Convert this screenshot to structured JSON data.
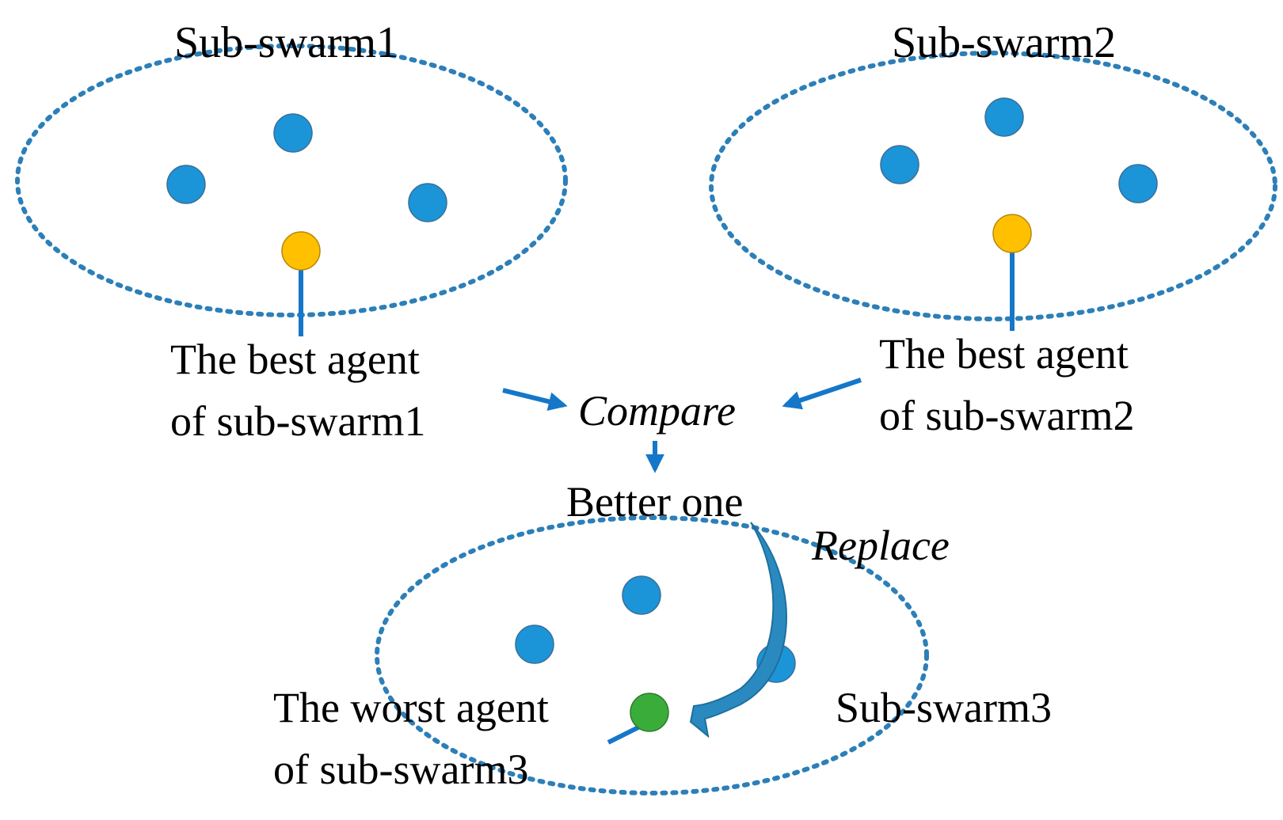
{
  "colors": {
    "swarm_outline": "#2c7fb8",
    "agent": "#1c94d8",
    "agent_stroke": "#3b6f97",
    "best_agent": "#ffc000",
    "best_agent_stroke": "#b8860b",
    "worst_agent": "#3aac3a",
    "worst_agent_stroke": "#2c7a2c",
    "arrow": "#1577c9",
    "curve_arrow": "#2a8ac0"
  },
  "subswarm1": {
    "label": "Sub-swarm1",
    "best_agent_label_line1": "The best agent",
    "best_agent_label_line2": "of sub-swarm1"
  },
  "subswarm2": {
    "label": "Sub-swarm2",
    "best_agent_label_line1": "The best agent",
    "best_agent_label_line2": "of sub-swarm2"
  },
  "subswarm3": {
    "label": "Sub-swarm3",
    "worst_agent_label_line1": "The worst agent",
    "worst_agent_label_line2": "of sub-swarm3"
  },
  "compare_label": "Compare",
  "better_one_label": "Better one",
  "replace_label": "Replace"
}
